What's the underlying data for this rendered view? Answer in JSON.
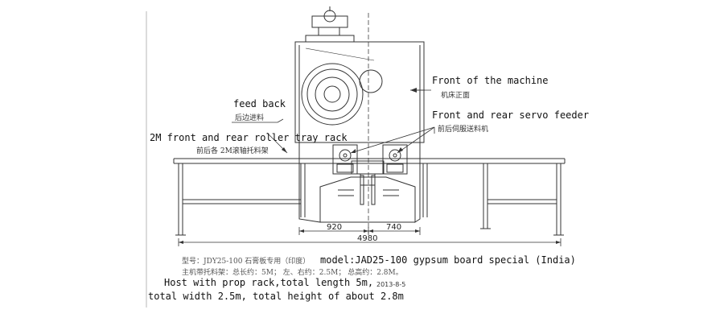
{
  "labels": {
    "front_en": "Front of the machine",
    "front_cn": "机床正面",
    "feed_en": "feed back",
    "feed_cn": "后边进料",
    "servo_en": "Front and rear servo feeder",
    "servo_cn": "前后伺服送料机",
    "roller_en": "2M front and rear roller tray rack",
    "roller_cn": "前后各 2M滚轴托料架"
  },
  "dimensions": {
    "d1": "920",
    "d2": "740",
    "total": "4980"
  },
  "notes": {
    "model_cn": "型号：JDY25-100 石膏板专用（印度）",
    "model_en": "model:JAD25-100 gypsum board special (India)",
    "rack_cn": "主机带托料架：总长约：5M；  左、右约：2.5M；  总高约：2.8M。",
    "host_en_1": "Host with prop rack,total length 5m,",
    "date": "2013-8-5",
    "host_en_2": "total width 2.5m, total height of about 2.8m"
  }
}
